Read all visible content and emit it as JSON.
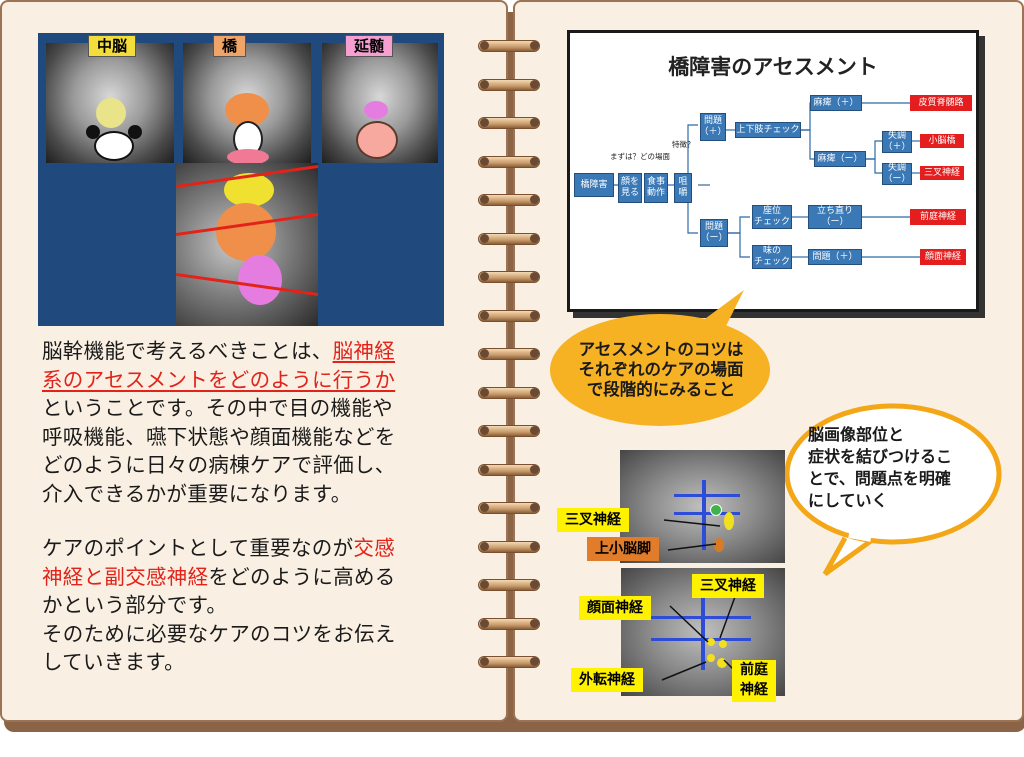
{
  "brain_labels": {
    "midbrain": "中脳",
    "pons": "橋",
    "medulla": "延髄"
  },
  "left_text": {
    "p1_lines": [
      {
        "parts": [
          {
            "t": "脳幹機能で考えるべきことは、",
            "red": false
          },
          {
            "t": "脳神経",
            "red": true
          }
        ]
      },
      {
        "parts": [
          {
            "t": "系のアセスメントをどのように行うか",
            "red": true
          }
        ]
      },
      {
        "parts": [
          {
            "t": "ということです。その中で目の機能や",
            "red": false
          }
        ]
      },
      {
        "parts": [
          {
            "t": "呼吸機能、嚥下状態や顔面機能などを",
            "red": false
          }
        ]
      },
      {
        "parts": [
          {
            "t": "どのように日々の病棟ケアで評価し、",
            "red": false
          }
        ]
      },
      {
        "parts": [
          {
            "t": "介入できるかが重要になります。",
            "red": false
          }
        ]
      }
    ],
    "p2_lines": [
      {
        "parts": [
          {
            "t": "ケアのポイントとして重要なのが",
            "red": false
          },
          {
            "t": "交感",
            "red": true
          }
        ]
      },
      {
        "parts": [
          {
            "t": "神経と副交感神経",
            "red": true
          },
          {
            "t": "をどのように高める",
            "red": false
          }
        ]
      },
      {
        "parts": [
          {
            "t": "かという部分です。",
            "red": false
          }
        ]
      },
      {
        "parts": [
          {
            "t": "そのために必要なケアのコツをお伝え",
            "red": false
          }
        ]
      },
      {
        "parts": [
          {
            "t": "していきます。",
            "red": false
          }
        ]
      }
    ]
  },
  "chart": {
    "title": "橋障害のアセスメント",
    "root": "橋障害",
    "cap_first": "まずは？",
    "cap_scene": "どの場面",
    "cap_features": "特徴？",
    "look_face": "顔を\n見る",
    "meal": "食事\n動作",
    "chewing": "咀\n嚼",
    "problem_plus": "問題\n（＋）",
    "problem_minus": "問題\n（ー）",
    "limb_check": "上下肢チェック",
    "paralysis_plus": "麻痺（＋）",
    "paralysis_minus": "麻痺（ー）",
    "ataxia_plus": "失調\n（＋）",
    "ataxia_minus": "失調\n（ー）",
    "sitting_check": "座位\nチェック",
    "standing_minus": "立ち直り\n（ー）",
    "taste_check": "味の\nチェック",
    "problem_plus2": "問題（＋）",
    "results": {
      "corticospinal": "皮質脊髄路",
      "cerebellum": "小脳橋",
      "trigeminal": "三叉神経",
      "vestibular": "前庭神経",
      "facial": "顔面神経"
    }
  },
  "bubble_orange": {
    "lines": [
      "アセスメントのコツは",
      "それぞれのケアの場面",
      "で段階的にみること"
    ]
  },
  "bubble_white": {
    "lines": [
      "脳画像部位と",
      "症状を結びつけるこ",
      "とで、問題点を明確",
      "にしていく"
    ]
  },
  "mri_tags": {
    "trigeminal_top": "三叉神経",
    "sup_cerebellar_peduncle": "上小脳脚",
    "trigeminal_bottom": "三叉神経",
    "facial": "顔面神経",
    "abducens": "外転神経",
    "vestibular": "前庭\n神経"
  },
  "colors": {
    "page_bg": "#f9efe2",
    "panel_blue": "#204a7e",
    "node_blue": "#3a78b6",
    "result_red": "#e41e1e",
    "bubble_orange": "#f7b224",
    "text_red": "#e2231a"
  }
}
